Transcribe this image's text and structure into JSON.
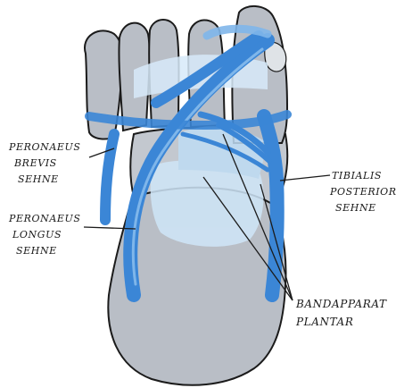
{
  "labels": {
    "peroneus_brevis": [
      "PERONAEUS",
      "BREVIS",
      "SEHNE"
    ],
    "peroneus_longus": [
      "PERONAEUS",
      "LONGUS",
      "SEHNE"
    ],
    "tibialis_posterior": [
      "TIBIALIS",
      "POSTERIOR",
      "SEHNE"
    ],
    "bandapparat": [
      "BANDAPPARAT",
      "PLANTAR"
    ]
  },
  "colors": {
    "bone": "#b9bec6",
    "bone_dark": "#a9afb8",
    "tendon": "#3b86d6",
    "tendon_light": "#7fb6ea",
    "ligament": "#cfe6f8",
    "outline": "#1b1b1b"
  }
}
